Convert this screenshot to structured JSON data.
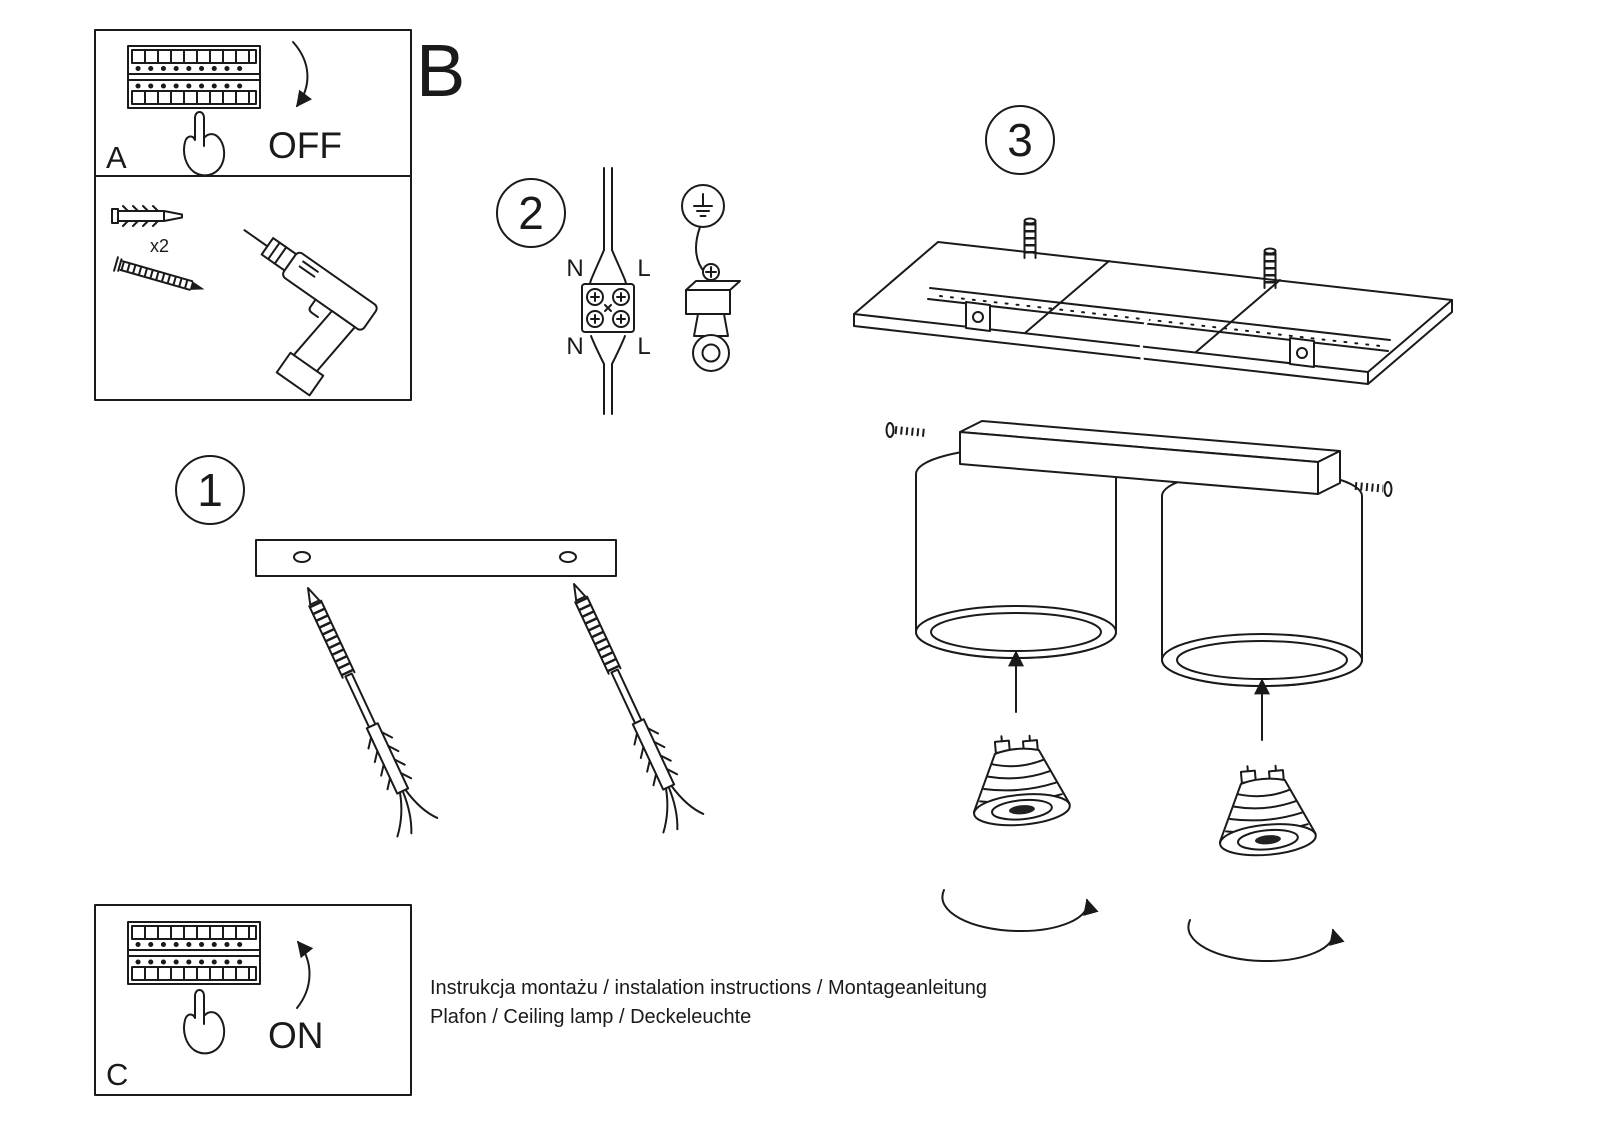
{
  "colors": {
    "ink": "#1a1a1a",
    "background": "#ffffff"
  },
  "sections": {
    "a": {
      "label": "A",
      "state": "OFF"
    },
    "b": {
      "label": "B"
    },
    "c": {
      "label": "C",
      "state": "ON"
    }
  },
  "steps": {
    "one": "1",
    "two": "2",
    "three": "3"
  },
  "tools": {
    "plug_count": "x2"
  },
  "wiring": {
    "n_top": "N",
    "l_top": "L",
    "n_bottom": "N",
    "l_bottom": "L"
  },
  "footer": {
    "line1": "Instrukcja montażu / instalation instructions / Montageanleitung",
    "line2": "Plafon / Ceiling lamp / Deckeleuchte"
  }
}
